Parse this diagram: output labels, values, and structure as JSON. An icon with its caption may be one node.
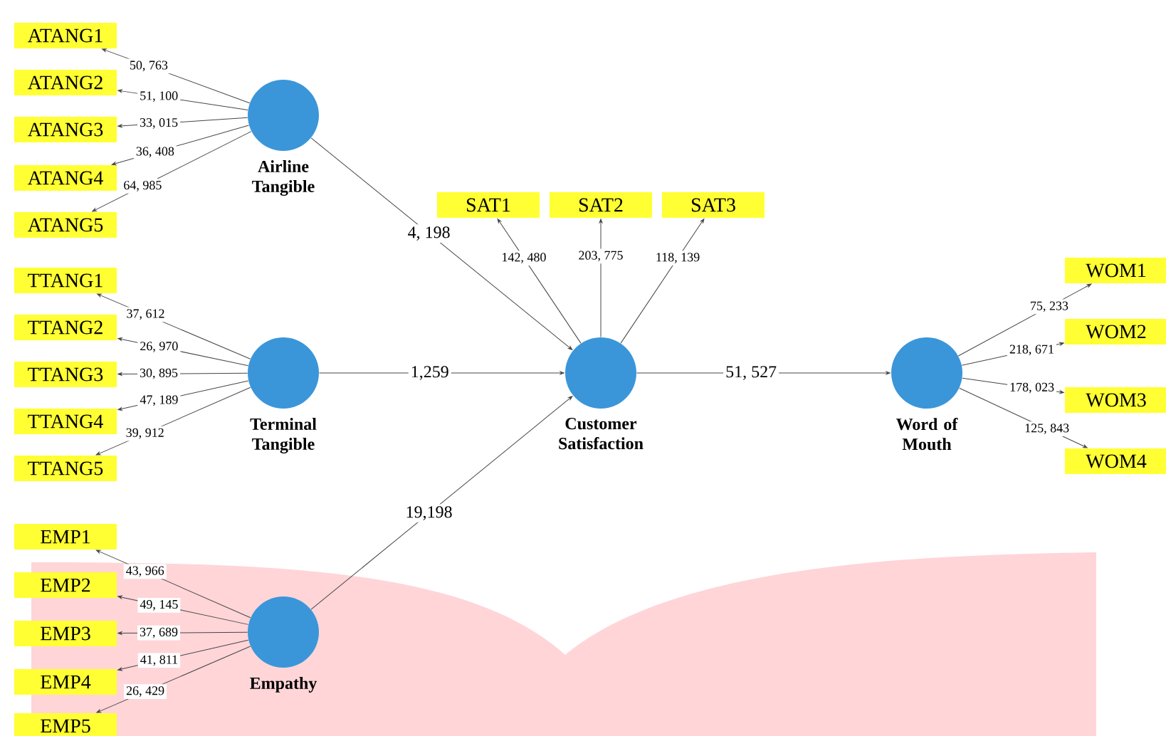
{
  "diagram": {
    "nodes": [
      {
        "text": [
          "ATANG1"
        ]
      },
      {
        "text": [
          "ATANG2"
        ]
      },
      {
        "text": [
          "ATANG3"
        ]
      },
      {
        "text": [
          "ATANG4"
        ]
      },
      {
        "text": [
          "ATANG5"
        ]
      },
      {
        "text": [
          "Airline Tangible"
        ]
      },
      {
        "text": [
          "TTANG1"
        ]
      },
      {
        "text": [
          "TTANG2"
        ]
      },
      {
        "text": [
          "TTANG3"
        ]
      },
      {
        "text": [
          "TTANG4"
        ]
      },
      {
        "text": [
          "TTANG5"
        ]
      },
      {
        "text": [
          "Terminal Tangible"
        ]
      },
      {
        "text": [
          "EMP1"
        ]
      },
      {
        "text": [
          "EMP2"
        ]
      },
      {
        "text": [
          "EMP3"
        ]
      },
      {
        "text": [
          "EMP4"
        ]
      },
      {
        "text": [
          "EMP5"
        ]
      },
      {
        "text": [
          "Empathy"
        ]
      },
      {
        "text": [
          "SAT1"
        ]
      },
      {
        "text": [
          "SAT2"
        ]
      },
      {
        "text": [
          "SAT3"
        ]
      },
      {
        "text": [
          "Customer Satisfaction"
        ]
      },
      {
        "text": [
          "Word of Mouth"
        ]
      },
      {
        "text": [
          "WOM1"
        ]
      },
      {
        "text": [
          "WOM2"
        ]
      },
      {
        "text": [
          "WOM3"
        ]
      },
      {
        "text": [
          "WOM4"
        ]
      }
    ],
    "edges": [
      {
        "from": 5,
        "to": 0,
        "arrow": "to",
        "label": "50, 763"
      },
      {
        "from": 5,
        "to": 1,
        "arrow": "to",
        "label": "51, 100"
      },
      {
        "from": 5,
        "to": 2,
        "arrow": "to",
        "label": "33, 015"
      },
      {
        "from": 5,
        "to": 3,
        "arrow": "to",
        "label": "36, 408"
      },
      {
        "from": 5,
        "to": 4,
        "arrow": "to",
        "label": "64, 985"
      },
      {
        "from": 11,
        "to": 6,
        "arrow": "to",
        "label": "37, 612"
      },
      {
        "from": 11,
        "to": 7,
        "arrow": "to",
        "label": "26, 970"
      },
      {
        "from": 11,
        "to": 8,
        "arrow": "to",
        "label": "30, 895"
      },
      {
        "from": 11,
        "to": 9,
        "arrow": "to",
        "label": "47, 189"
      },
      {
        "from": 11,
        "to": 10,
        "arrow": "to",
        "label": "39, 912"
      },
      {
        "from": 17,
        "to": 12,
        "arrow": "to",
        "label": "43, 966"
      },
      {
        "from": 17,
        "to": 13,
        "arrow": "to",
        "label": "49, 145"
      },
      {
        "from": 17,
        "to": 14,
        "arrow": "to",
        "label": "37, 689"
      },
      {
        "from": 17,
        "to": 15,
        "arrow": "to",
        "label": "41, 811"
      },
      {
        "from": 17,
        "to": 16,
        "arrow": "to",
        "label": "26, 429"
      },
      {
        "from": 21,
        "to": 18,
        "arrow": "to",
        "label": "142, 480"
      },
      {
        "from": 21,
        "to": 19,
        "arrow": "to",
        "label": "203, 775"
      },
      {
        "from": 21,
        "to": 20,
        "arrow": "to",
        "label": "118, 139"
      },
      {
        "from": 5,
        "to": 21,
        "arrow": "to",
        "label": "4, 198"
      },
      {
        "from": 11,
        "to": 21,
        "arrow": "to",
        "label": "1,259"
      },
      {
        "from": 17,
        "to": 21,
        "arrow": "to",
        "label": "19,198"
      },
      {
        "from": 21,
        "to": 22,
        "arrow": "to",
        "label": "51, 527"
      },
      {
        "from": 22,
        "to": 23,
        "arrow": "to",
        "label": "75, 233"
      },
      {
        "from": 22,
        "to": 24,
        "arrow": "to",
        "label": "218, 671"
      },
      {
        "from": 22,
        "to": 25,
        "arrow": "to",
        "label": "178, 023"
      },
      {
        "from": 22,
        "to": 26,
        "arrow": "to",
        "label": "125, 843"
      }
    ]
  }
}
